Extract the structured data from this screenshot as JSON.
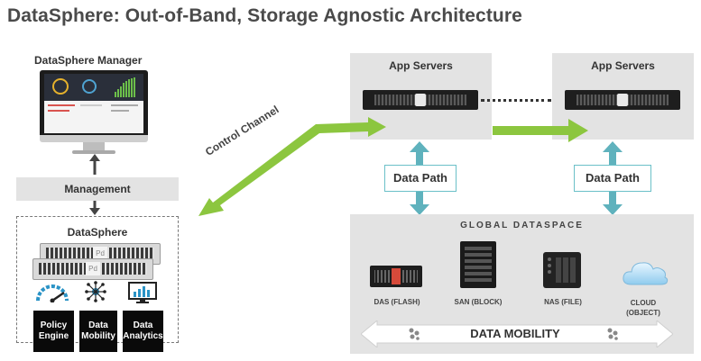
{
  "title": "DataSphere: Out-of-Band, Storage Agnostic Architecture",
  "manager_label": "DataSphere Manager",
  "management_label": "Management",
  "datasphere": {
    "label": "DataSphere",
    "badge": "Pd",
    "boxes": [
      "Policy Engine",
      "Data Mobility",
      "Data Analytics"
    ]
  },
  "control_channel_label": "Control Channel",
  "app_servers": [
    "App Servers",
    "App Servers"
  ],
  "data_path_labels": [
    "Data Path",
    "Data Path"
  ],
  "global_dataspace": {
    "label": "GLOBAL DATASPACE",
    "storage": [
      {
        "label": "DAS (FLASH)",
        "icon": "flash-storage-icon"
      },
      {
        "label": "SAN (BLOCK)",
        "icon": "san-storage-icon"
      },
      {
        "label": "NAS (FILE)",
        "icon": "nas-storage-icon"
      },
      {
        "label": "CLOUD (OBJECT)",
        "icon": "cloud-storage-icon"
      }
    ]
  },
  "data_mobility_label": "DATA MOBILITY",
  "colors": {
    "green_arrow": "#8cc63f",
    "teal_arrow": "#5fb2bd",
    "gray_panel": "#e3e3e3",
    "title_text": "#4a4a4a"
  }
}
